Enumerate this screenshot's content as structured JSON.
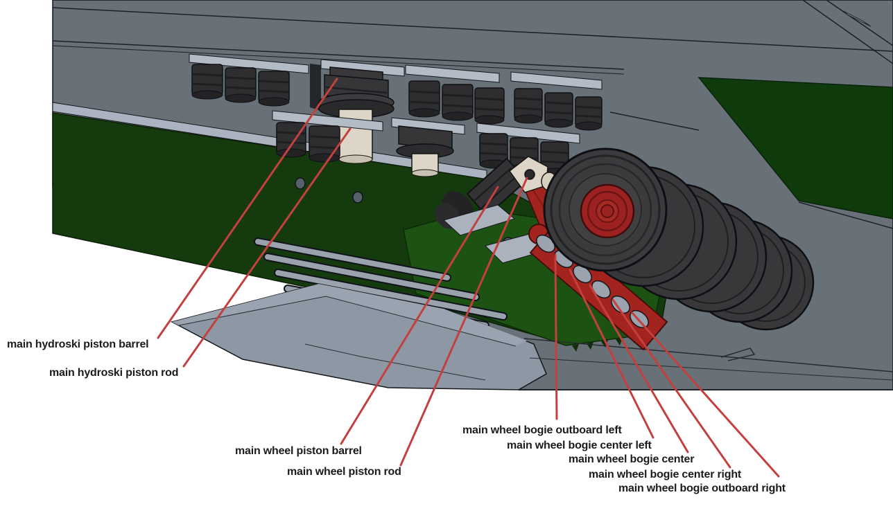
{
  "diagram": {
    "kind": "annotated CAD illustration",
    "background": "#ffffff",
    "annotation_line_color": "#c4403e",
    "label_text_color": "#1b1b1b"
  },
  "labels": [
    {
      "id": "main-hydroski-piston-barrel",
      "text": "main hydroski piston barrel"
    },
    {
      "id": "main-hydroski-piston-rod",
      "text": "main hydroski piston rod"
    },
    {
      "id": "main-wheel-piston-barrel",
      "text": "main wheel piston barrel"
    },
    {
      "id": "main-wheel-piston-rod",
      "text": "main wheel piston rod"
    },
    {
      "id": "main-wheel-bogie-outboard-left",
      "text": "main wheel bogie outboard left"
    },
    {
      "id": "main-wheel-bogie-center-left",
      "text": "main wheel bogie center left"
    },
    {
      "id": "main-wheel-bogie-center",
      "text": "main wheel bogie center"
    },
    {
      "id": "main-wheel-bogie-center-right",
      "text": "main wheel bogie center right"
    },
    {
      "id": "main-wheel-bogie-outboard-right",
      "text": "main wheel bogie outboard right"
    }
  ],
  "colors": {
    "fuselage_gray": "#687078",
    "panel_light_gray": "#b3bbc6",
    "ski_gray": "#8e98a4",
    "hull_green_dark": "#143a0e",
    "hull_green_bright": "#1c5312",
    "right_panel_green": "#0f3a0c",
    "cylinder_dark": "#2e2e31",
    "piston_cream": "#ddd6c8",
    "tire_gray": "#3a3a3d",
    "hub_red": "#9b2220",
    "bogie_red": "#a3241f",
    "leader_red": "#c4403e",
    "outline": "#14161a"
  }
}
